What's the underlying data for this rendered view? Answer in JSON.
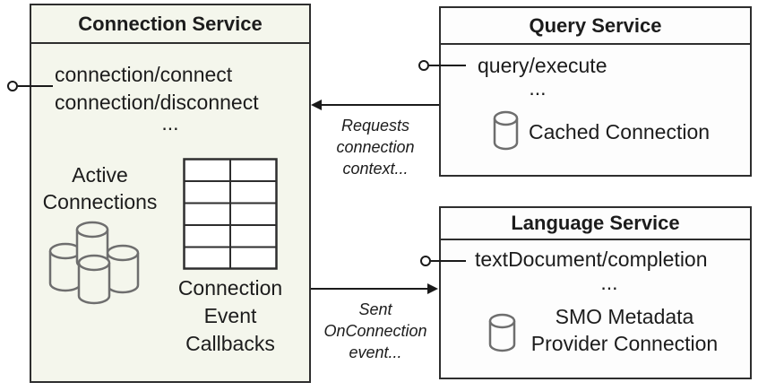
{
  "colors": {
    "background": "#ffffff",
    "connection_fill": "#f4f6ec",
    "service_fill": "#fdfdfd",
    "border": "#2e2e2e",
    "line": "#1a1a1a",
    "icon_stroke": "#6e6e6e",
    "text": "#1c1c1c"
  },
  "connection_service": {
    "title": "Connection Service",
    "methods": [
      "connection/connect",
      "connection/disconnect"
    ],
    "more": "...",
    "active_connections_label": "Active\nConnections",
    "callbacks_label": "Connection\nEvent\nCallbacks",
    "icons": [
      "active-connections-database-cluster",
      "callbacks-table-grid"
    ]
  },
  "query_service": {
    "title": "Query Service",
    "methods": [
      "query/execute"
    ],
    "more": "...",
    "cached_connection_label": "Cached Connection",
    "icons": [
      "database-cylinder"
    ]
  },
  "language_service": {
    "title": "Language Service",
    "methods": [
      "textDocument/completion"
    ],
    "more": "...",
    "smo_label": "SMO Metadata\nProvider Connection",
    "icons": [
      "database-cylinder"
    ]
  },
  "arrows": [
    {
      "from": "query_service",
      "to": "connection_service",
      "label": "Requests\nconnection\ncontext..."
    },
    {
      "from": "connection_service",
      "to": "language_service",
      "label": "Sent\nOnConnection\nevent..."
    }
  ],
  "lollipops": [
    "connection-service-interface",
    "query-service-interface",
    "language-service-interface"
  ]
}
